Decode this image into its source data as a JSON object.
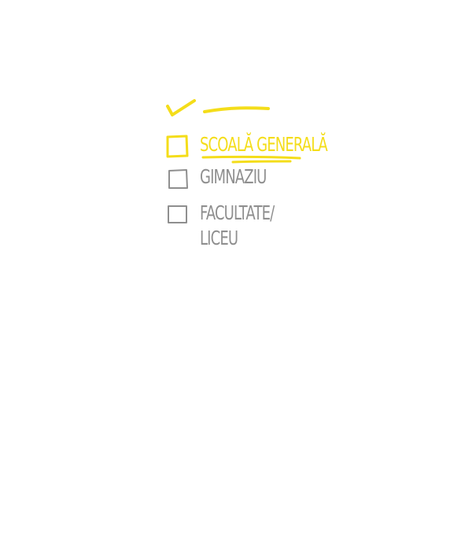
{
  "options": [
    {
      "label": "Scoală generală",
      "selected": true
    },
    {
      "label": "Gimnaziu",
      "selected": false
    },
    {
      "label": "Facultate/\nLiceu",
      "selected": false
    }
  ],
  "colors": {
    "accent": "#f4dd1a",
    "inactive": "#8f8f8f",
    "background": "#ffffff"
  },
  "icons": {
    "header": "checkmark-icon",
    "selected": "checkbox-selected-icon",
    "unselected": "checkbox-empty-icon"
  }
}
